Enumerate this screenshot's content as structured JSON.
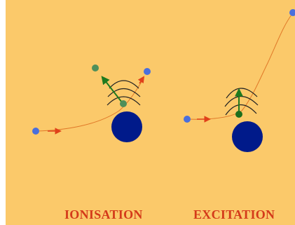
{
  "labels": {
    "ionisation": "IONISATION",
    "excitation": "EXCITATION"
  },
  "colors": {
    "background": "#fbc96a",
    "label": "#d43a1a",
    "incoming_particle": "#4a6fdc",
    "nucleus": "#001a8a",
    "electron_ionisation": "#4f8f5a",
    "electron_excitation": "#1c6e1c",
    "arrow_green": "#1e7a1e",
    "arrow_red": "#e0401a",
    "trajectory": "#e07828",
    "waves": "#222222"
  },
  "icons": {
    "ionisation_particle_in": "circle",
    "ionisation_particle_out": "circle",
    "ionisation_ejected_electron": "circle",
    "excitation_particle_in": "circle",
    "excitation_particle_out": "circle",
    "excitation_excited_electron": "circle"
  }
}
